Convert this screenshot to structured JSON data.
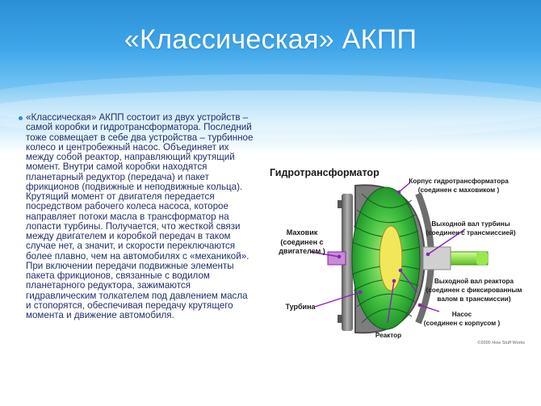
{
  "slide": {
    "title": "«Классическая» АКПП",
    "body": "«Классическая» АКПП состоит из двух устройств – самой коробки и гидротрансформатора. Последний тоже совмещает в себе два устройства – турбинное колесо и центробежный насос. Объединяет их между собой реактор, направляющий крутящий момент. Внутри самой коробки находятся планетарный редуктор (передача) и пакет фрикционов (подвижные и неподвижные кольца). Крутящий момент от двигателя передается посредством рабочего колеса насоса, которое направляет потоки масла в трансформатор на лопасти турбины. Получается, что жесткой связи между двигателем и коробкой передач в таком случае нет, а значит, и скорости переключаются более плавно, чем на автомобилях с «механикой». При включении передачи подвижные элементы пакета фрикционов, связанные с водилом планетарного редуктора, зажимаются гидравлическим толкателем под давлением масла и стопорятся, обеспечивая передачу крутящего момента и движение автомобиля."
  },
  "diagram": {
    "title": "Гидротрансформатор",
    "labels": {
      "housing_1": "Корпус гидротрансформатора",
      "housing_2": "(соединен с маховиком )",
      "flywheel_1": "Маховик",
      "flywheel_2": "(соединен с",
      "flywheel_3": "двигателем )",
      "turbine_shaft_1": "Выходной вал турбины",
      "turbine_shaft_2": "(соединен с трансмиссией)",
      "reactor_shaft_1": "Выходной вал реактора",
      "reactor_shaft_2": "(соединен с фиксированным",
      "reactor_shaft_3": "валом в трансмиссии)",
      "pump_1": "Насос",
      "pump_2": "(соединен с корпусом )",
      "turbine": "Турбина",
      "reactor": "Реактор"
    },
    "copyright": "©2000 How Stuff Works",
    "colors": {
      "accent_blue": "#2b8fd6",
      "housing_gray": "#8a8a8a",
      "turbine_green": "#2fa83a",
      "shaft_green": "#8be04a",
      "pointer_purple": "#8a22b5"
    }
  }
}
